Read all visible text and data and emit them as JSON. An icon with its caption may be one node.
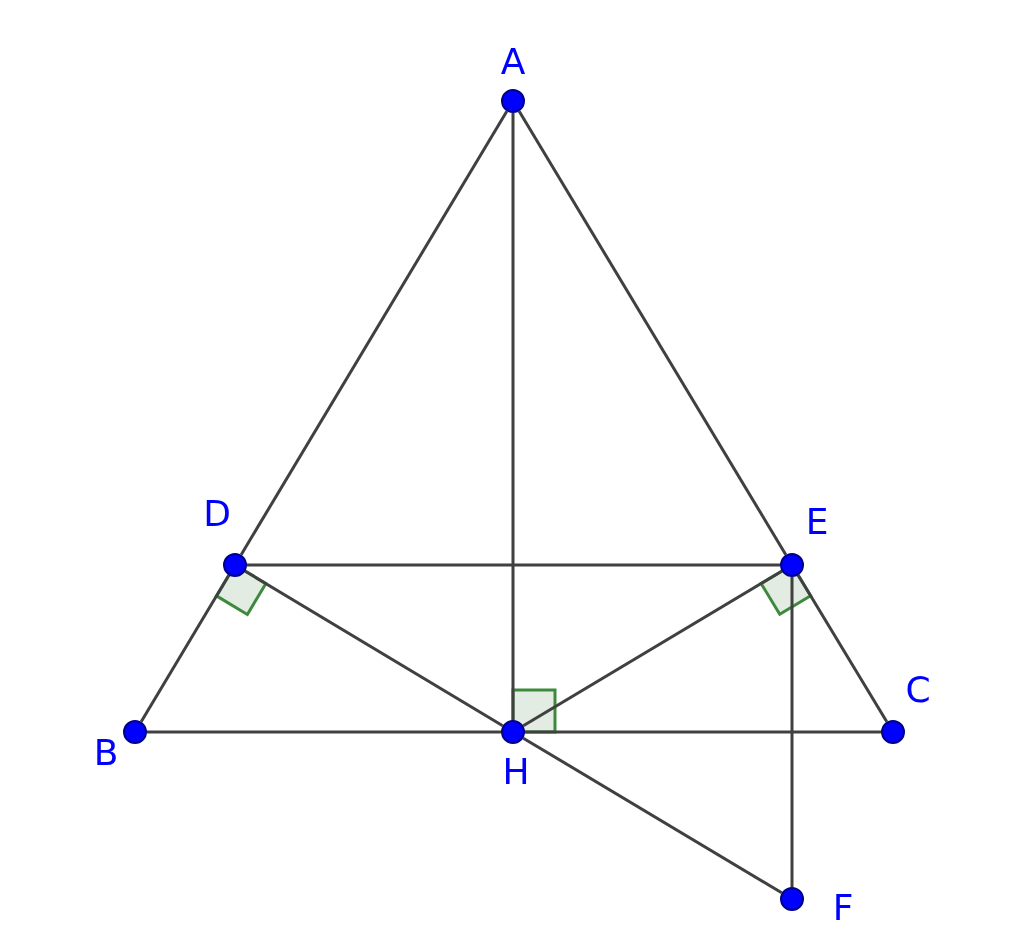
{
  "diagram": {
    "nodes": [
      {
        "text": [
          "A"
        ]
      },
      {
        "text": [
          "B"
        ]
      },
      {
        "text": [
          "C"
        ]
      },
      {
        "text": [
          "D"
        ]
      },
      {
        "text": [
          "E"
        ]
      },
      {
        "text": [
          "H"
        ]
      },
      {
        "text": [
          "F"
        ]
      }
    ],
    "edges": [
      {
        "from": 0,
        "to": 3,
        "arrow": "none"
      },
      {
        "from": 3,
        "to": 1,
        "arrow": "none"
      },
      {
        "from": 0,
        "to": 4,
        "arrow": "none"
      },
      {
        "from": 4,
        "to": 2,
        "arrow": "none"
      },
      {
        "from": 0,
        "to": 5,
        "arrow": "none"
      },
      {
        "from": 1,
        "to": 5,
        "arrow": "none"
      },
      {
        "from": 5,
        "to": 2,
        "arrow": "none"
      },
      {
        "from": 3,
        "to": 4,
        "arrow": "none"
      },
      {
        "from": 3,
        "to": 5,
        "arrow": "none"
      },
      {
        "from": 4,
        "to": 5,
        "arrow": "none"
      },
      {
        "from": 5,
        "to": 6,
        "arrow": "none"
      },
      {
        "from": 4,
        "to": 6,
        "arrow": "none"
      }
    ]
  }
}
